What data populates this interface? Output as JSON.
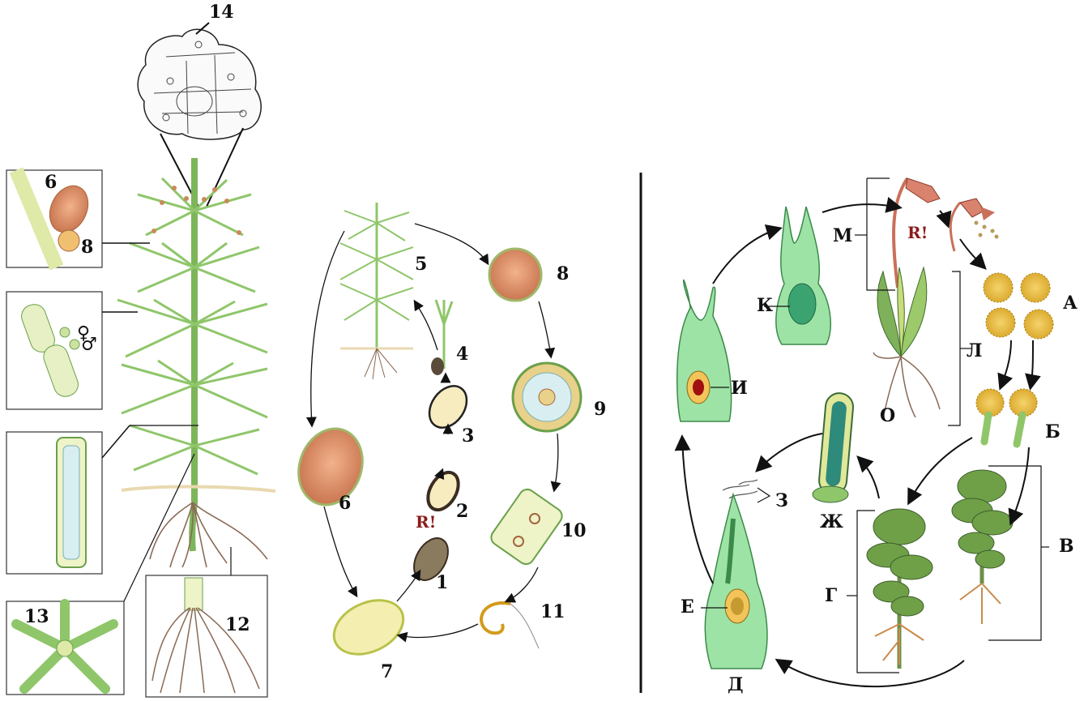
{
  "left_labels": {
    "l14": "14",
    "l6a": "6",
    "l8a": "8",
    "l5": "5",
    "l8b": "8",
    "l4": "4",
    "l3": "3",
    "l9": "9",
    "l6b": "6",
    "l2": "2",
    "l1": "1",
    "l10": "10",
    "l11": "11",
    "l7": "7",
    "l12": "12",
    "l13": "13",
    "r1": "R!",
    "female": "♀",
    "male": "♂"
  },
  "right_labels": {
    "M": "М",
    "R": "R!",
    "A": "А",
    "K": "К",
    "L": "Л",
    "I": "И",
    "O": "О",
    "B": "Б",
    "V": "В",
    "Zh": "Ж",
    "Z": "З",
    "G": "Г",
    "E": "Е",
    "D": "Д"
  },
  "colors": {
    "plant_green": "#8fc66a",
    "cell_green": "#8fe0a0",
    "capsule_red": "#d9826e",
    "spore_yellow": "#e8c34a",
    "root_brown": "#8a6a55",
    "label": "#111111",
    "accent_red": "#8b1a1a"
  }
}
